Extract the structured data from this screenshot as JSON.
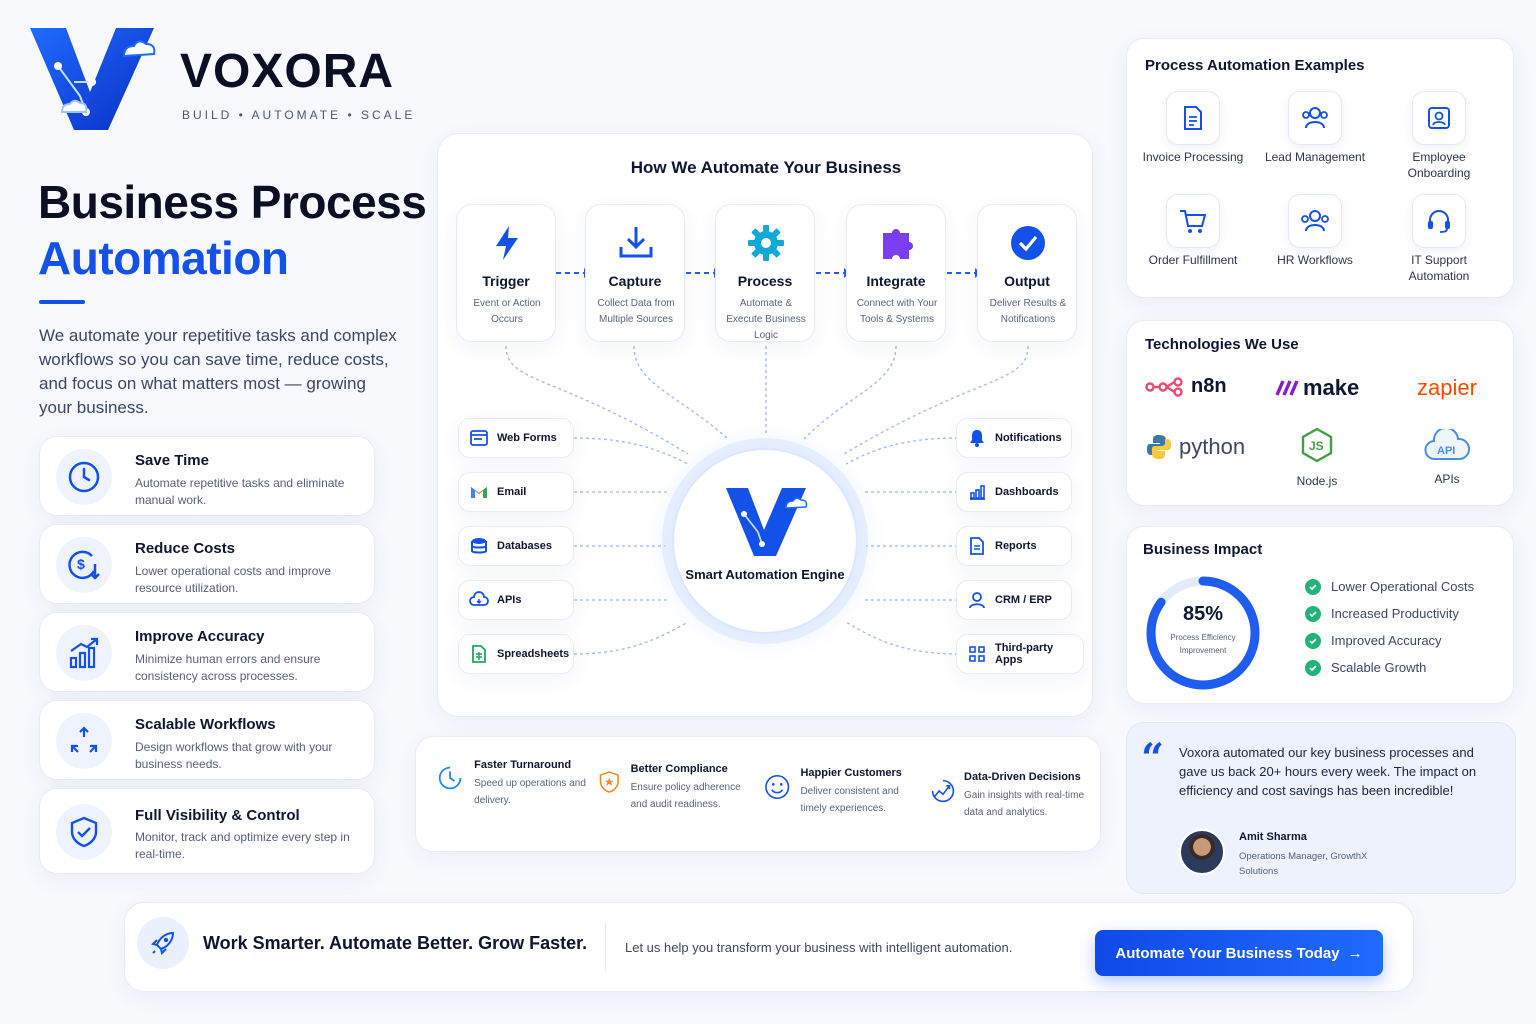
{
  "brand": {
    "name": "VOXORA",
    "tagline": "BUILD • AUTOMATE • SCALE"
  },
  "hero": {
    "title_line1": "Business Process",
    "title_line2": "Automation",
    "intro": "We automate your repetitive tasks and complex workflows so you can save time, reduce costs, and focus on what matters most — growing your business."
  },
  "benefits": [
    {
      "title": "Save Time",
      "desc": "Automate repetitive tasks and eliminate manual work.",
      "icon": "clock-icon"
    },
    {
      "title": "Reduce Costs",
      "desc": "Lower operational costs and improve resource utilization.",
      "icon": "dollar-down-icon"
    },
    {
      "title": "Improve Accuracy",
      "desc": "Minimize human errors and ensure consistency across processes.",
      "icon": "chart-up-icon"
    },
    {
      "title": "Scalable Workflows",
      "desc": "Design workflows that grow with your business needs.",
      "icon": "expand-arrows-icon"
    },
    {
      "title": "Full Visibility & Control",
      "desc": "Monitor, track and optimize every step in real-time.",
      "icon": "shield-check-icon"
    }
  ],
  "flow": {
    "title": "How We Automate Your Business",
    "steps": [
      {
        "title": "Trigger",
        "desc": "Event or Action Occurs",
        "icon": "lightning-icon"
      },
      {
        "title": "Capture",
        "desc": "Collect Data from Multiple Sources",
        "icon": "download-icon"
      },
      {
        "title": "Process",
        "desc": "Automate & Execute Business Logic",
        "icon": "gear-icon"
      },
      {
        "title": "Integrate",
        "desc": "Connect with Your Tools & Systems",
        "icon": "puzzle-icon"
      },
      {
        "title": "Output",
        "desc": "Deliver Results & Notifications",
        "icon": "check-circle-icon"
      }
    ],
    "inputs": [
      {
        "label": "Web Forms",
        "icon": "browser-icon"
      },
      {
        "label": "Email",
        "icon": "gmail-icon"
      },
      {
        "label": "Databases",
        "icon": "database-icon"
      },
      {
        "label": "APIs",
        "icon": "cloud-icon"
      },
      {
        "label": "Spreadsheets",
        "icon": "sheet-icon"
      }
    ],
    "outputs": [
      {
        "label": "Notifications",
        "icon": "bell-icon"
      },
      {
        "label": "Dashboards",
        "icon": "bar-chart-icon"
      },
      {
        "label": "Reports",
        "icon": "document-icon"
      },
      {
        "label": "CRM / ERP",
        "icon": "user-icon"
      },
      {
        "label": "Third-party Apps",
        "icon": "apps-grid-icon"
      }
    ],
    "engine_label": "Smart Automation Engine"
  },
  "outcomes": [
    {
      "title": "Faster Turnaround",
      "desc": "Speed up operations and delivery.",
      "icon": "clock-outline-icon"
    },
    {
      "title": "Better Compliance",
      "desc": "Ensure policy adherence and audit readiness.",
      "icon": "badge-shield-icon"
    },
    {
      "title": "Happier Customers",
      "desc": "Deliver consistent and timely experiences.",
      "icon": "smiley-icon"
    },
    {
      "title": "Data-Driven Decisions",
      "desc": "Gain insights with real-time data and analytics.",
      "icon": "pie-chart-icon"
    }
  ],
  "examples": {
    "title": "Process Automation Examples",
    "items": [
      {
        "label": "Invoice Processing",
        "icon": "invoice-icon"
      },
      {
        "label": "Lead Management",
        "icon": "people-icon"
      },
      {
        "label": "Employee Onboarding",
        "icon": "id-card-icon"
      },
      {
        "label": "Order Fulfillment",
        "icon": "cart-icon"
      },
      {
        "label": "HR Workflows",
        "icon": "team-icon"
      },
      {
        "label": "IT Support Automation",
        "icon": "headset-icon"
      }
    ]
  },
  "technologies": {
    "title": "Technologies We Use",
    "items": [
      {
        "label": "n8n"
      },
      {
        "label": "make"
      },
      {
        "label": "zapier"
      },
      {
        "label": "python"
      },
      {
        "label": "Node.js"
      },
      {
        "label": "APIs"
      }
    ]
  },
  "impact": {
    "title": "Business Impact",
    "value": "85%",
    "value_fraction": 0.85,
    "value_label": "Process Efficiency Improvement",
    "items": [
      "Lower Operational Costs",
      "Increased Productivity",
      "Improved Accuracy",
      "Scalable Growth"
    ]
  },
  "testimonial": {
    "quote": "Voxora automated our key business processes and gave us back 20+ hours every week. The impact on efficiency and cost savings has been incredible!",
    "name": "Amit Sharma",
    "role": "Operations Manager, GrowthX Solutions"
  },
  "cta": {
    "headline": "Work Smarter. Automate Better. Grow Faster.",
    "subtext": "Let us help you transform your business with intelligent automation.",
    "button": "Automate Your Business Today",
    "button_arrow": "→"
  },
  "colors": {
    "primary": "#1351e8",
    "success": "#21b47a",
    "text": "#0e1630"
  }
}
